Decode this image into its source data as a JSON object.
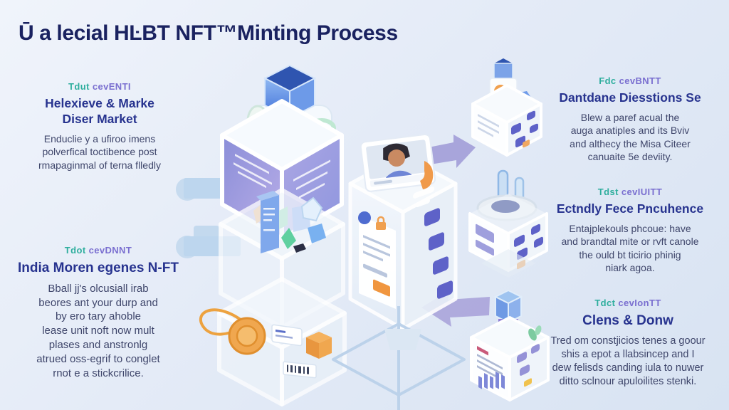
{
  "title": "Ū a lecial HĿBT NFT™Minting Process",
  "colors": {
    "background_top": "#f0f4fb",
    "background_bottom": "#d8e3f2",
    "title_text": "#1a2260",
    "heading_text": "#27338f",
    "body_text": "#3f466b",
    "label_teal": "#2fae9e",
    "label_purple": "#7a6fd0",
    "arrow_blue": "#bdd6ee",
    "arrow_purple": "#a49fd8",
    "accent_orange": "#f0a04e",
    "accent_blue": "#5b8de6",
    "cube_purple_face": "#938fdc"
  },
  "left_column": {
    "blocks": [
      {
        "label_a": "Tdut",
        "label_b": "cevENTI",
        "heading": "Helexieve & Marke\nDiser Market",
        "body": "Enduclie y a ufiroo imens\npolverfical toctibence post\nrmapaginmal of terna flledly"
      },
      {
        "label_a": "Tdot",
        "label_b": "cevDNNT",
        "heading": "India Moren egenes N-FT",
        "body": "Bball jj's olcusiall irab\nbeores ant your durp and\nby ero tary ahoble\nlease unit noft now mult\nplases and anstronlg\natrued oss-egrif to conglet\nrnot e a stickcrilice."
      }
    ]
  },
  "right_column": {
    "blocks": [
      {
        "label_a": "Fdc",
        "label_b": "cevBNTT",
        "heading": "Dantdane Diesstions Se",
        "body": "Blew a paref acual the\nauga anatiples and its Bviv\nand althecy the Misa Citeer\ncanuaite 5e deviity."
      },
      {
        "label_a": "Tdst",
        "label_b": "cevIUITT",
        "heading": "Ectndly Fece Pncuhence",
        "body": "Entajplekouls phcoue: have\nand brandtal mite or rvft canole\nthe ould bt ticirio phinig\nniark agoa."
      },
      {
        "label_a": "Tdct",
        "label_b": "cevIonTT",
        "heading": "Clens & Donw",
        "body": "Tred om constjicios tenes a goour\nshis a epot a llabsincep and I\ndew felisds canding iula to nuwer\nditto sclnour apuloilites stenki."
      }
    ]
  },
  "illustration": {
    "icons": [
      "blue-glass-cube-icon",
      "minting-machine-icon",
      "poster-cube-icon",
      "glass-shelf-cube-icon",
      "token-coin-icon",
      "avatar-monitor-icon",
      "kiosk-tower-icon",
      "wireframe-base-icon",
      "flask-kiosk-icon",
      "chart-kiosk-icon",
      "leaf-icon"
    ],
    "arrows": [
      "blue-arrow-left-top",
      "blue-arrow-left-bottom",
      "purple-arrow-right",
      "purple-arrow-left"
    ]
  }
}
